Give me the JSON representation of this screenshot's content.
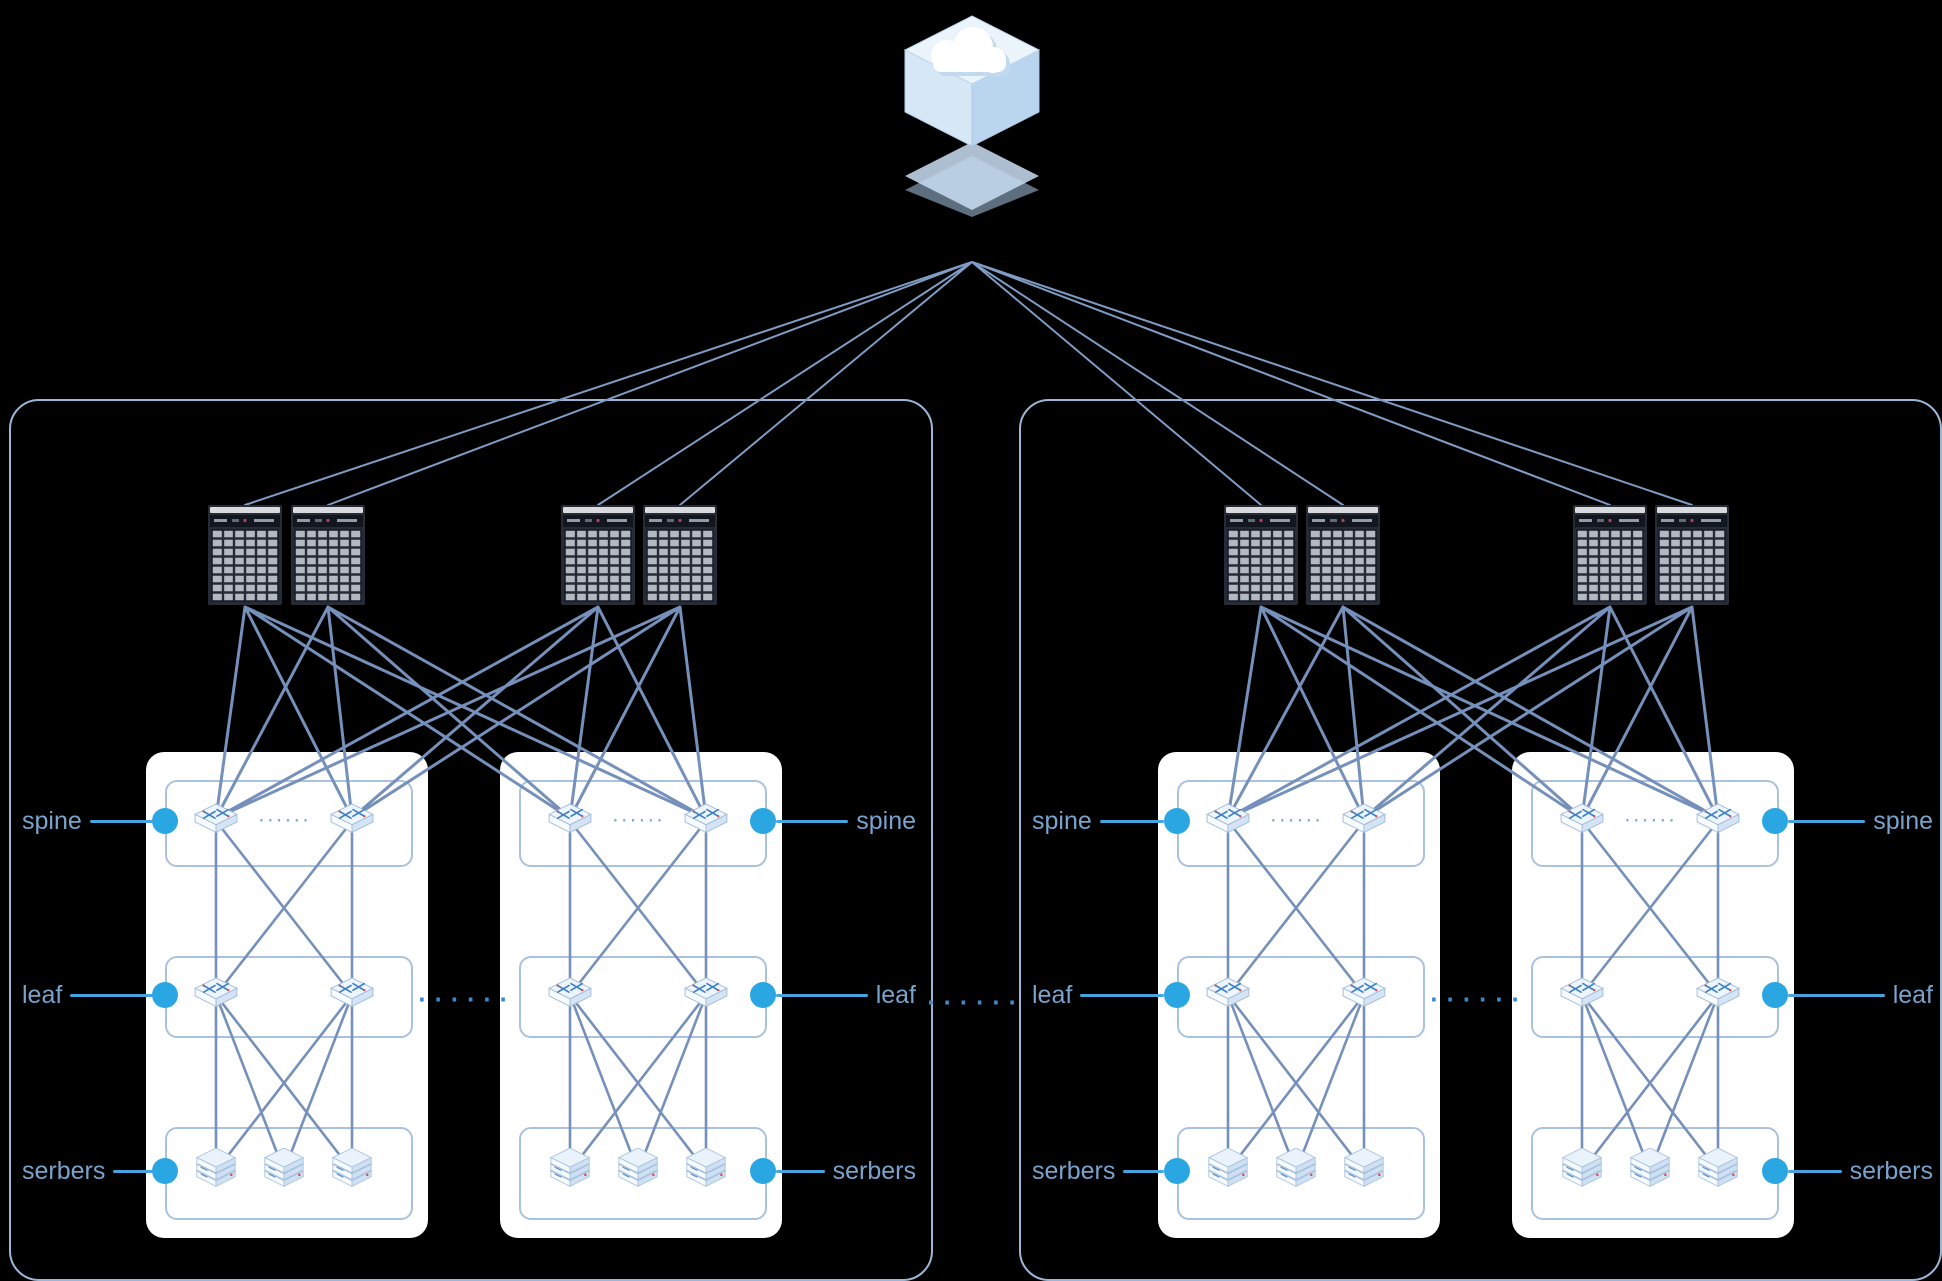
{
  "tiers": {
    "spine": "spine",
    "leaf": "leaf",
    "servers": "serbers"
  },
  "dots": {
    "group": "......",
    "row": "......"
  },
  "icons": {
    "cloud": "cloud-platform-icon",
    "core": "core-router-rack",
    "switch": "fabric-switch-icon",
    "server": "server-stack-icon",
    "port": "port-dot"
  },
  "colors": {
    "background": "#000000",
    "pod_border": "#9db6d7",
    "panel": "#ffffff",
    "row_border": "#a9c2de",
    "wire": "#7590ba",
    "label_text": "#79a2cc",
    "dot": "#2aa7e2",
    "ellipsis": "#3e88c9"
  }
}
